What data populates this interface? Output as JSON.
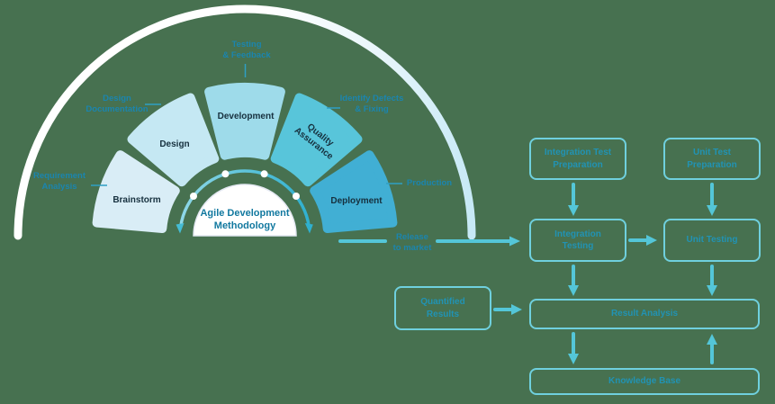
{
  "colors": {
    "background": "#477150",
    "ring_start": "#ffffff",
    "ring_end": "#c7e9f6",
    "cycle_arc_start": "#8fd8e8",
    "cycle_arc_end": "#2fb0cf",
    "arrow": "#54c6d8",
    "node_border": "#6fd0de",
    "node_text": "#2193b4",
    "annotation_text": "#1b85ae",
    "segment_text": "#16303e",
    "title_text": "#11789f"
  },
  "semicircle": {
    "title": "Agile Development\nMethodology",
    "segments": [
      {
        "label": "Brainstorm",
        "color": "#d9edf6"
      },
      {
        "label": "Design",
        "color": "#c5e8f3"
      },
      {
        "label": "Development",
        "color": "#9edbea"
      },
      {
        "label": "Quality\nAssurance",
        "color": "#58c5da"
      },
      {
        "label": "Deployment",
        "color": "#41afd4"
      }
    ],
    "annotations": [
      {
        "label": "Requirement\nAnalysis"
      },
      {
        "label": "Design\nDocumentation"
      },
      {
        "label": "Testing\n& Feedback"
      },
      {
        "label": "Identify Defects\n& Fixing"
      },
      {
        "label": "Production"
      }
    ],
    "release_label": "Release\nto market"
  },
  "flowchart": {
    "nodes": [
      {
        "label": "Integration Test\nPreparation"
      },
      {
        "label": "Unit Test\nPreparation"
      },
      {
        "label": "Integration\nTesting"
      },
      {
        "label": "Unit Testing"
      },
      {
        "label": "Quantified\nResults"
      },
      {
        "label": "Result Analysis"
      },
      {
        "label": "Knowledge Base"
      }
    ]
  }
}
